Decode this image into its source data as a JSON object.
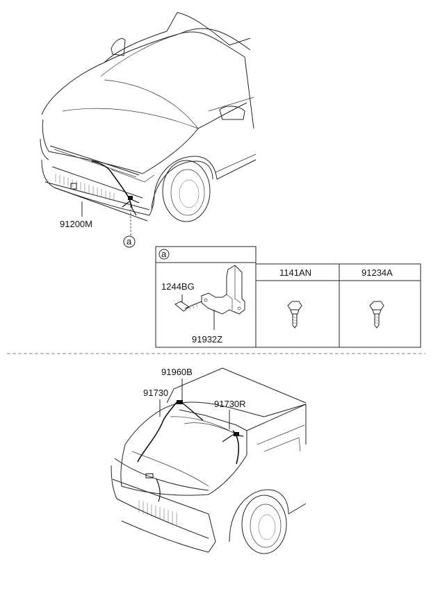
{
  "callout_letter": "a",
  "parts": {
    "front_harness": "91200M",
    "bolt": "1244BG",
    "bracket": "91932Z",
    "clip_left": "1141AN",
    "clip_right": "91234A",
    "tailgate_harness_main": "91960B",
    "tailgate_harness_left": "91730",
    "tailgate_harness_right": "91730R"
  }
}
